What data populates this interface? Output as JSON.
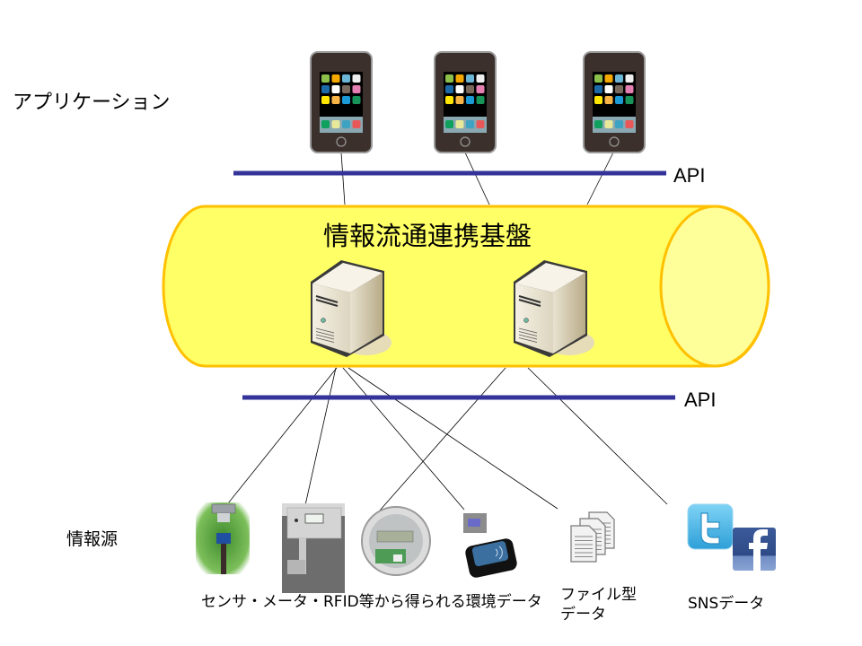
{
  "labels": {
    "application": "アプリケーション",
    "info_source": "情報源",
    "api_top": "API",
    "api_bottom": "API",
    "platform": "情報流通連携基盤",
    "env_data": "センサ・メータ・RFID等から得られる環境データ",
    "file_data_line1": "ファイル型",
    "file_data_line2": "データ",
    "sns_data": "SNSデータ"
  },
  "nodes": {
    "smartphones": [
      "smartphone-1",
      "smartphone-2",
      "smartphone-3"
    ],
    "servers": [
      "server-1",
      "server-2"
    ],
    "sources": [
      "sensor",
      "gas-meter",
      "electric-meter",
      "rfid-reader",
      "file-documents",
      "twitter",
      "facebook"
    ]
  },
  "colors": {
    "api_line": "#333399",
    "cylinder_fill": "#FFFF66",
    "cylinder_stroke": "#FFC000",
    "cylinder_end": "#FFFF99"
  }
}
